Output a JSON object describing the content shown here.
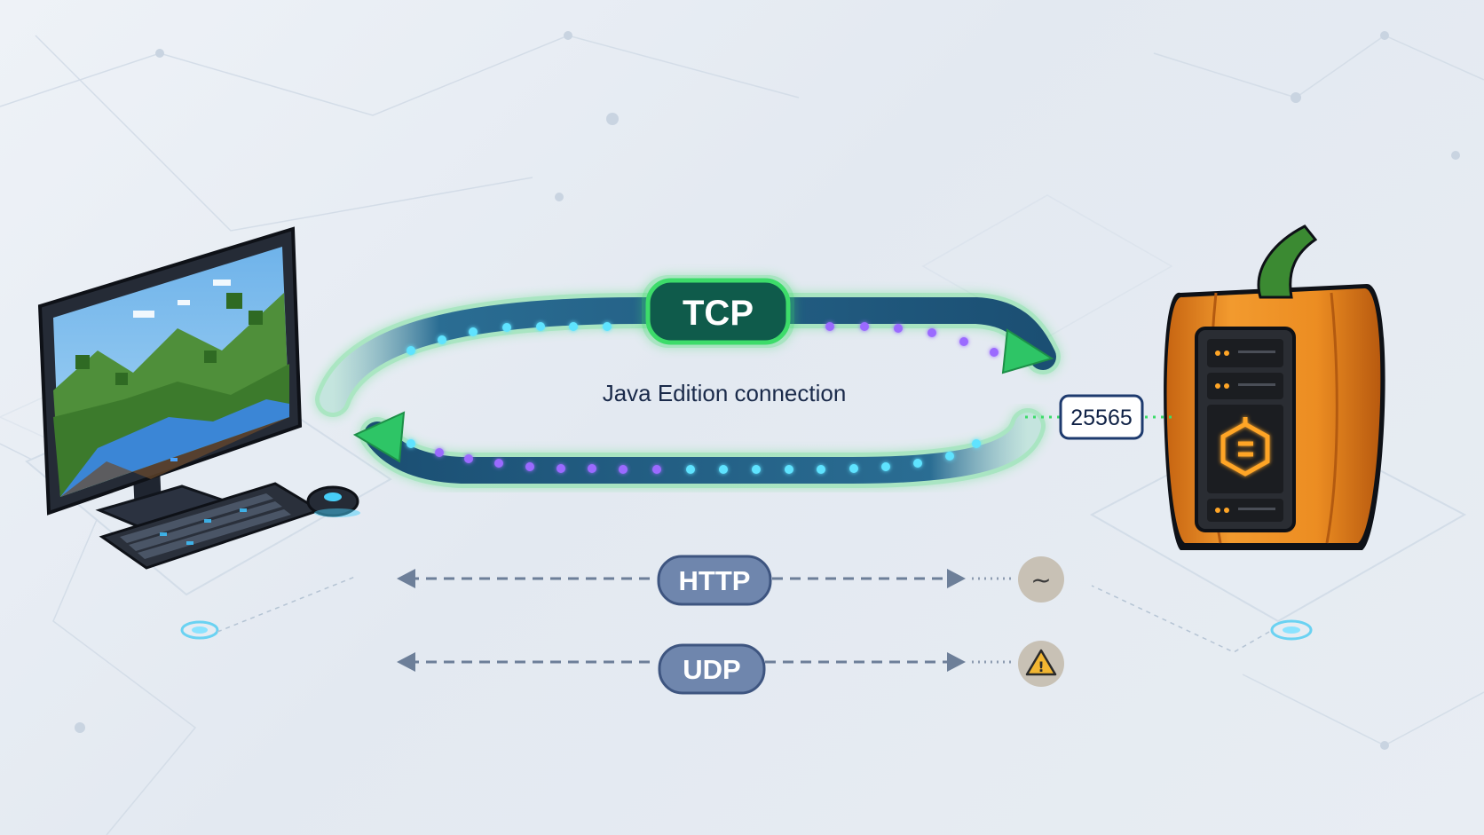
{
  "protocols": {
    "tcp": {
      "label": "TCP",
      "caption": "Java Edition connection",
      "color": "#1f9d55"
    },
    "port": {
      "label": "25565"
    },
    "http": {
      "label": "HTTP",
      "status_icon": "tilde-icon",
      "status_glyph": "~"
    },
    "udp": {
      "label": "UDP",
      "status_icon": "warning-icon",
      "status_glyph": "!"
    }
  },
  "nodes": {
    "client": {
      "icon": "desktop-computer-icon"
    },
    "server": {
      "icon": "pumpkin-server-icon"
    }
  },
  "colors": {
    "glow": "#3ddc6a",
    "tube": "#1e5f86",
    "dot_cyan": "#5fe3ff",
    "dot_purple": "#9b6bff",
    "dashed": "#6d7f99",
    "pumpkin": "#e9861f",
    "server_rack": "#2a2d33"
  }
}
